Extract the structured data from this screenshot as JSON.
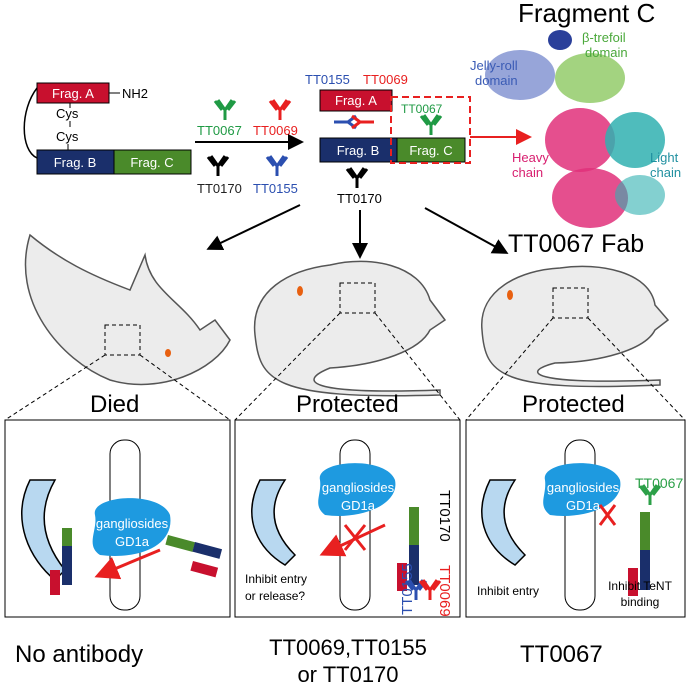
{
  "title": "Fragment C",
  "structure": {
    "jelly": [
      "Jelly-roll",
      "domain"
    ],
    "trefoil": [
      "β-trefoil",
      "domain"
    ],
    "heavy": [
      "Heavy",
      "chain"
    ],
    "light": [
      "Light",
      "chain"
    ],
    "fab": "TT0067 Fab"
  },
  "construct": {
    "a": "Frag. A",
    "b": "Frag. B",
    "c": "Frag. C",
    "nh2": "NH2",
    "cys": "Cys"
  },
  "antibodies": {
    "tt0067": "TT0067",
    "tt0069": "TT0069",
    "tt0170": "TT0170",
    "tt0155": "TT0155"
  },
  "colors": {
    "red": "#d7191c",
    "navy": "#1a2f6b",
    "green": "#4a8a2a",
    "blue": "#2b4fb0",
    "abgreen": "#2ca048",
    "cyan": "#1e9ae0"
  },
  "outcomes": [
    "Died",
    "Protected",
    "Protected"
  ],
  "panels": {
    "gang": "gangliosides",
    "gd1a": "GD1a",
    "inhibit1": [
      "Inhibit entry",
      "or release?"
    ],
    "inhibit2": "Inhibit entry",
    "inhibit3": [
      "Inhibit TeNT",
      "binding"
    ]
  },
  "captions": {
    "c1": "No antibody",
    "c2a": "TT0069,TT0155",
    "c2b": "or TT0170",
    "c3": "TT0067"
  }
}
